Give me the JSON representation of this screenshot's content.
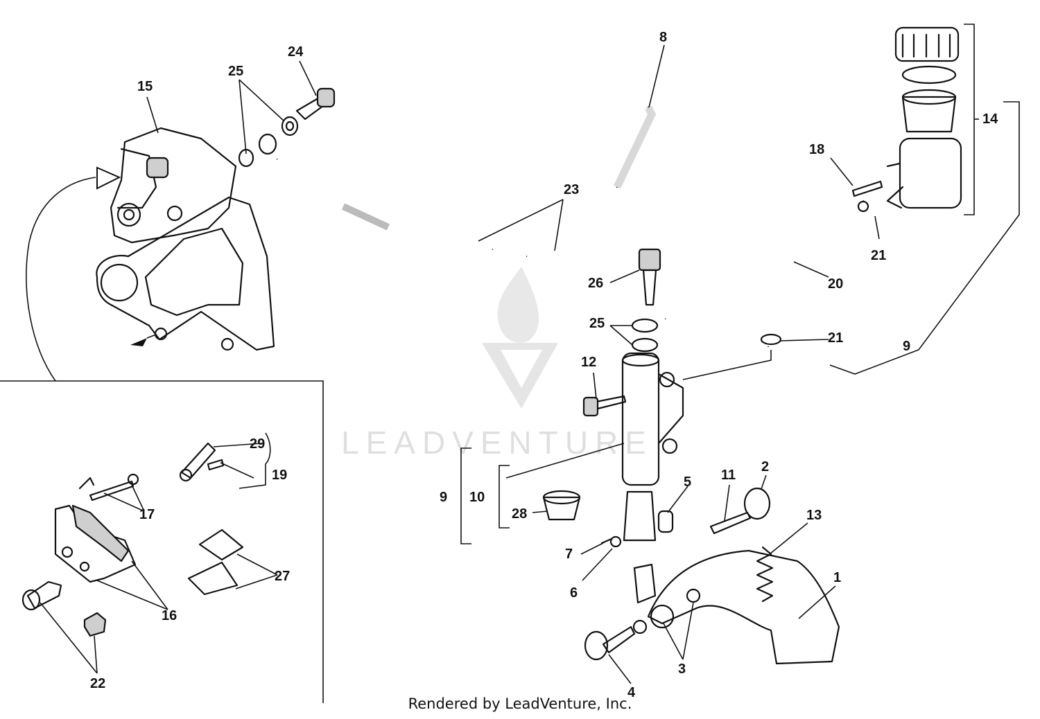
{
  "watermark": {
    "text": "LEADVENTURE"
  },
  "footer": {
    "credit": "Rendered by LeadVenture, Inc."
  },
  "callouts": {
    "c1": "1",
    "c2": "2",
    "c3": "3",
    "c4": "4",
    "c5": "5",
    "c6": "6",
    "c7": "7",
    "c8": "8",
    "c9a": "9",
    "c9b": "9",
    "c10": "10",
    "c11": "11",
    "c12": "12",
    "c13": "13",
    "c14": "14",
    "c15": "15",
    "c16": "16",
    "c17": "17",
    "c18": "18",
    "c19": "19",
    "c20": "20",
    "c21a": "21",
    "c21b": "21",
    "c22": "22",
    "c23": "23",
    "c24": "24",
    "c25a": "25",
    "c25b": "25",
    "c26": "26",
    "c27": "27",
    "c28": "28",
    "c29": "29"
  }
}
